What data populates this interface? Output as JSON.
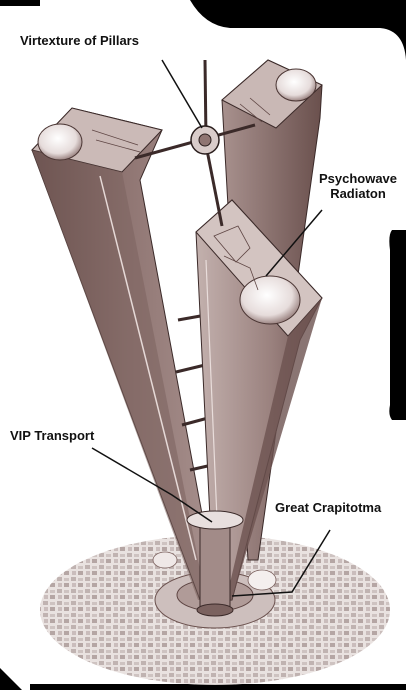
{
  "labels": {
    "pillars": "Virtexture of Pillars",
    "psychowave_line1": "Psychowave",
    "psychowave_line2": "Radiaton",
    "vip": "VIP Transport",
    "great": "Great Crapitotma"
  },
  "colors": {
    "tower_light": "#b9a6a4",
    "tower_mid": "#8f7572",
    "tower_dark": "#5e4543",
    "ink": "#2a1e1d",
    "ground": "#d8cfcd",
    "frame_black": "#000000"
  }
}
